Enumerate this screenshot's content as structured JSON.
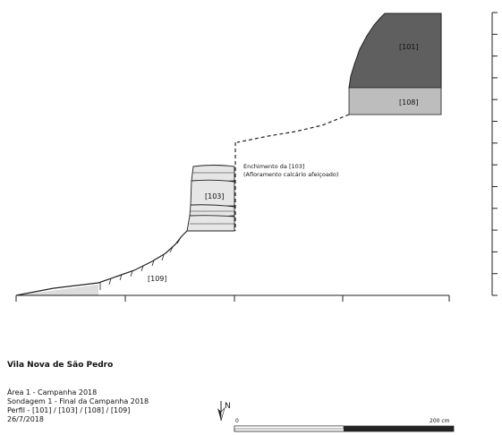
{
  "labels": {
    "unit_101": "[101]",
    "unit_108": "[108]",
    "unit_103": "[103]",
    "unit_109": "[109]",
    "annotation_line1": "Enchimento da [103]",
    "annotation_line2": "(Afloramento calcário afeiçoado)"
  },
  "title_block": {
    "site": "Vila Nova de São Pedro",
    "line1": "Área 1 - Campanha 2018",
    "line2": "Sondagem 1 - Final da Campanha 2018",
    "line3": "Perfil - [101] / [103] / [108] / [109]",
    "line4": "26/7/2018"
  },
  "north": {
    "label": "N"
  },
  "scale_bar": {
    "start_label": "0",
    "end_label": "200 cm"
  },
  "colors": {
    "unit_101": "#5f5f5f",
    "unit_108": "#bdbdbd",
    "unit_103": "#e6e6e6",
    "unit_109": "#dcdcdc"
  }
}
